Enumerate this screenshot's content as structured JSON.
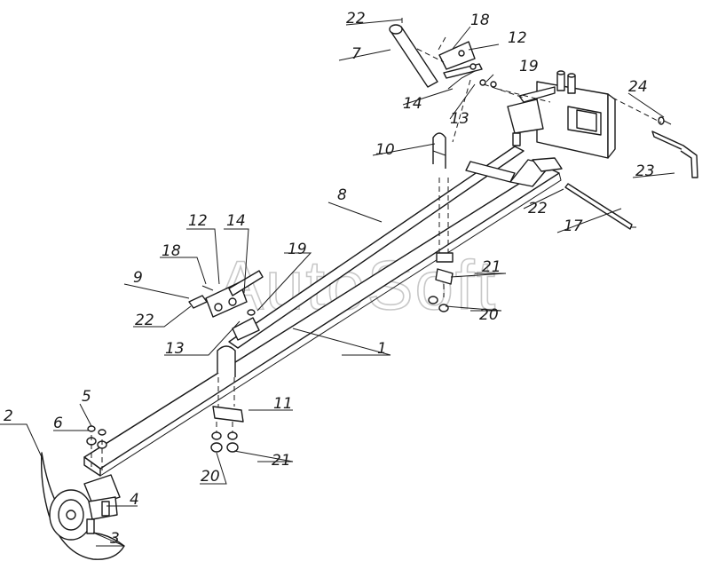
{
  "diagram": {
    "watermark": "AutoSoft",
    "callouts": [
      {
        "label": "22"
      },
      {
        "label": "18"
      },
      {
        "label": "12"
      },
      {
        "label": "7"
      },
      {
        "label": "19"
      },
      {
        "label": "14"
      },
      {
        "label": "13"
      },
      {
        "label": "24"
      },
      {
        "label": "10"
      },
      {
        "label": "23"
      },
      {
        "label": "8"
      },
      {
        "label": "22"
      },
      {
        "label": "17"
      },
      {
        "label": "12"
      },
      {
        "label": "14"
      },
      {
        "label": "18"
      },
      {
        "label": "19"
      },
      {
        "label": "9"
      },
      {
        "label": "21"
      },
      {
        "label": "22"
      },
      {
        "label": "20"
      },
      {
        "label": "13"
      },
      {
        "label": "1"
      },
      {
        "label": "11"
      },
      {
        "label": "5"
      },
      {
        "label": "2"
      },
      {
        "label": "6"
      },
      {
        "label": "21"
      },
      {
        "label": "20"
      },
      {
        "label": "4"
      },
      {
        "label": "3"
      }
    ]
  }
}
